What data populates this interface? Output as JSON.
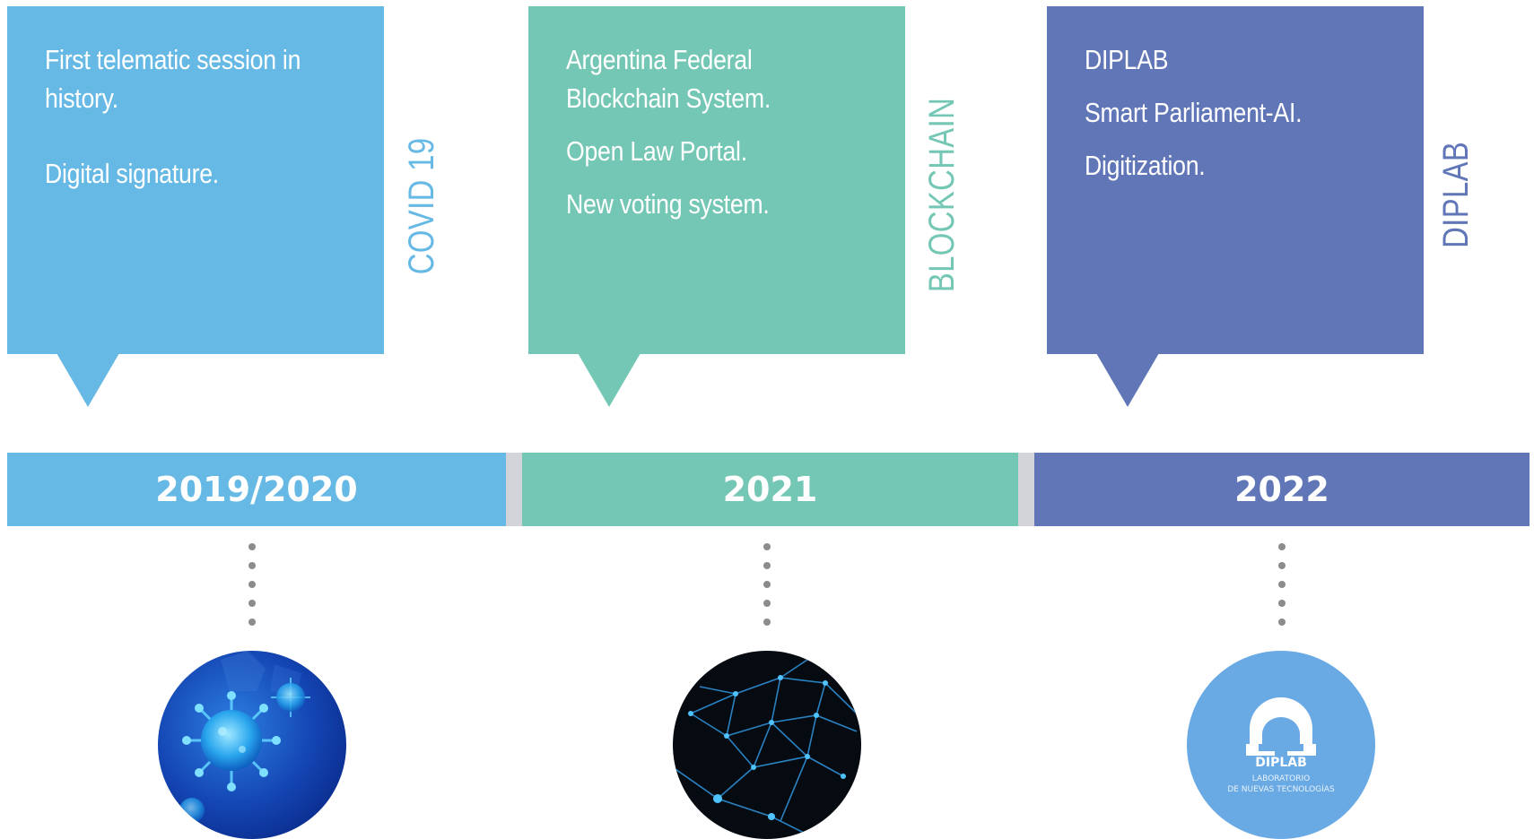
{
  "colors": {
    "blue": "#66b9e4",
    "green": "#74c7b4",
    "purple": "#6076b7",
    "separator": "#d3d4da",
    "dots": "#8c8c8c"
  },
  "cards": [
    {
      "lines": [
        "First telematic session in",
        "history.",
        "Digital signature."
      ],
      "side_label": "COVID 19"
    },
    {
      "lines": [
        "Argentina Federal",
        "Blockchain System.",
        "Open Law Portal.",
        "New voting system."
      ],
      "side_label": "BLOCKCHAIN"
    },
    {
      "lines": [
        "DIPLAB",
        "Smart Parliament-AI.",
        "Digitization."
      ],
      "side_label": "DIPLAB"
    }
  ],
  "years": [
    "2019/2020",
    "2021",
    "2022"
  ],
  "images": [
    {
      "icon": "virus-image"
    },
    {
      "icon": "blockchain-network-image"
    },
    {
      "icon": "diplab-logo",
      "logo_title": "DIPLAB",
      "logo_sub1": "LABORATORIO",
      "logo_sub2": "DE NUEVAS TECNOLOGÍAS"
    }
  ]
}
